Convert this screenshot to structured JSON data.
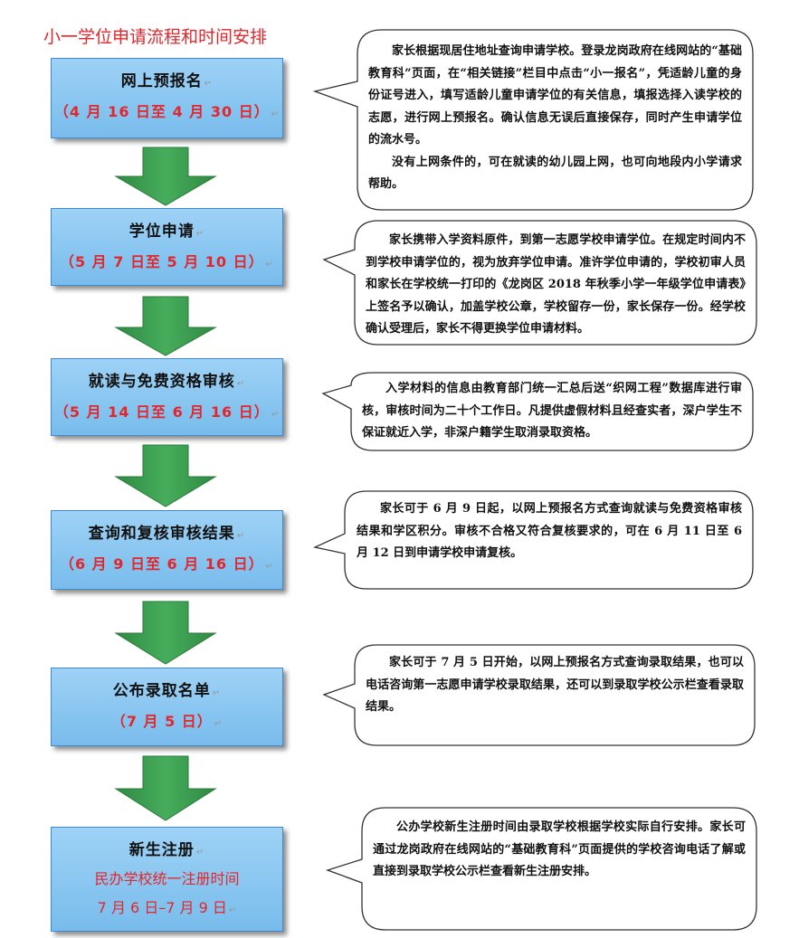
{
  "title": "小一学位申请流程和时间安排",
  "paragraph_mark": "↵",
  "colors": {
    "title": "#e3262b",
    "step_fill_top": "#9ed2f6",
    "step_fill_bottom": "#78bcec",
    "step_border": "#3f8ad0",
    "arrow": "#3a9a4e",
    "date_text": "#e3262b"
  },
  "steps": [
    {
      "title": "网上预报名",
      "date": "（4 月 16 日至 4 月 30 日）"
    },
    {
      "title": "学位申请",
      "date": "（5 月 7 日至 5 月 10 日）"
    },
    {
      "title": "就读与免费资格审核",
      "date": "（5 月 14 日至 6 月 16 日）"
    },
    {
      "title": "查询和复核审核结果",
      "date": "（6 月 9 日至 6 月 16 日）"
    },
    {
      "title": "公布录取名单",
      "date": "（7 月 5 日）"
    },
    {
      "title": "新生注册",
      "date": "民办学校统一注册时间",
      "date2": "7 月 6 日–7 月 9 日"
    }
  ],
  "descriptions": [
    {
      "paragraphs": [
        "家长根据现居住地址查询申请学校。登录龙岗政府在线网站的“基础教育科”页面，在“相关链接”栏目中点击“小一报名”，凭适龄儿童的身份证号进入，填写适龄儿童申请学位的有关信息，填报选择入读学校的志愿，进行网上预报名。确认信息无误后直接保存，同时产生申请学位的流水号。",
        "没有上网条件的，可在就读的幼儿园上网，也可向地段内小学请求帮助。"
      ]
    },
    {
      "paragraphs": [
        "家长携带入学资料原件，到第一志愿学校申请学位。在规定时间内不到学校申请学位的，视为放弃学位申请。准许学位申请的，学校初审人员和家长在学校统一打印的《龙岗区 2018 年秋季小学一年级学位申请表》上签名予以确认，加盖学校公章，学校留存一份，家长保存一份。经学校确认受理后，家长不得更换学位申请材料。"
      ]
    },
    {
      "paragraphs": [
        "入学材料的信息由教育部门统一汇总后送“织网工程”数据库进行审核，审核时间为二十个工作日。凡提供虚假材料且经查实者，深户学生不保证就近入学，非深户籍学生取消录取资格。"
      ]
    },
    {
      "paragraphs": [
        "家长可于 6 月 9 日起，以网上预报名方式查询就读与免费资格审核结果和学区积分。审核不合格又符合复核要求的，可在 6 月 11 日至 6 月 12 日到申请学校申请复核。"
      ]
    },
    {
      "paragraphs": [
        "家长可于 7 月 5 日开始，以网上预报名方式查询录取结果，也可以电话咨询第一志愿申请学校录取结果，还可以到录取学校公示栏查看录取结果。"
      ]
    },
    {
      "paragraphs": [
        "公办学校新生注册时间由录取学校根据学校实际自行安排。家长可通过龙岗政府在线网站的“基础教育科”页面提供的学校咨询电话了解或直接到录取学校公示栏查看新生注册安排。"
      ]
    }
  ]
}
